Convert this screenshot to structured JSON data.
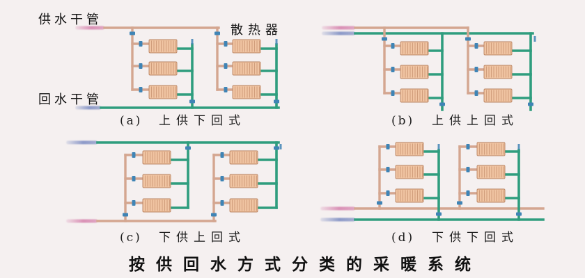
{
  "labels": {
    "supply_main": "供水干管",
    "return_main": "回水干管",
    "radiator": "散热器"
  },
  "panels": [
    {
      "letter": "(a)",
      "name": "上供下回式"
    },
    {
      "letter": "(b)",
      "name": "上供上回式"
    },
    {
      "letter": "(c)",
      "name": "下供上回式"
    },
    {
      "letter": "(d)",
      "name": "下供下回式"
    }
  ],
  "title": "按供回水方式分类的采暖系统",
  "colors": {
    "background": "#f5f0f0",
    "supply_pipe": "#d4a690",
    "return_pipe": "#2f9d7e",
    "radiator": "#f0c4a2",
    "radiator_edge": "#b9825f",
    "valve": "#3f84b5",
    "supply_inlet": "#d88bb2",
    "return_outlet": "#8795c6"
  }
}
